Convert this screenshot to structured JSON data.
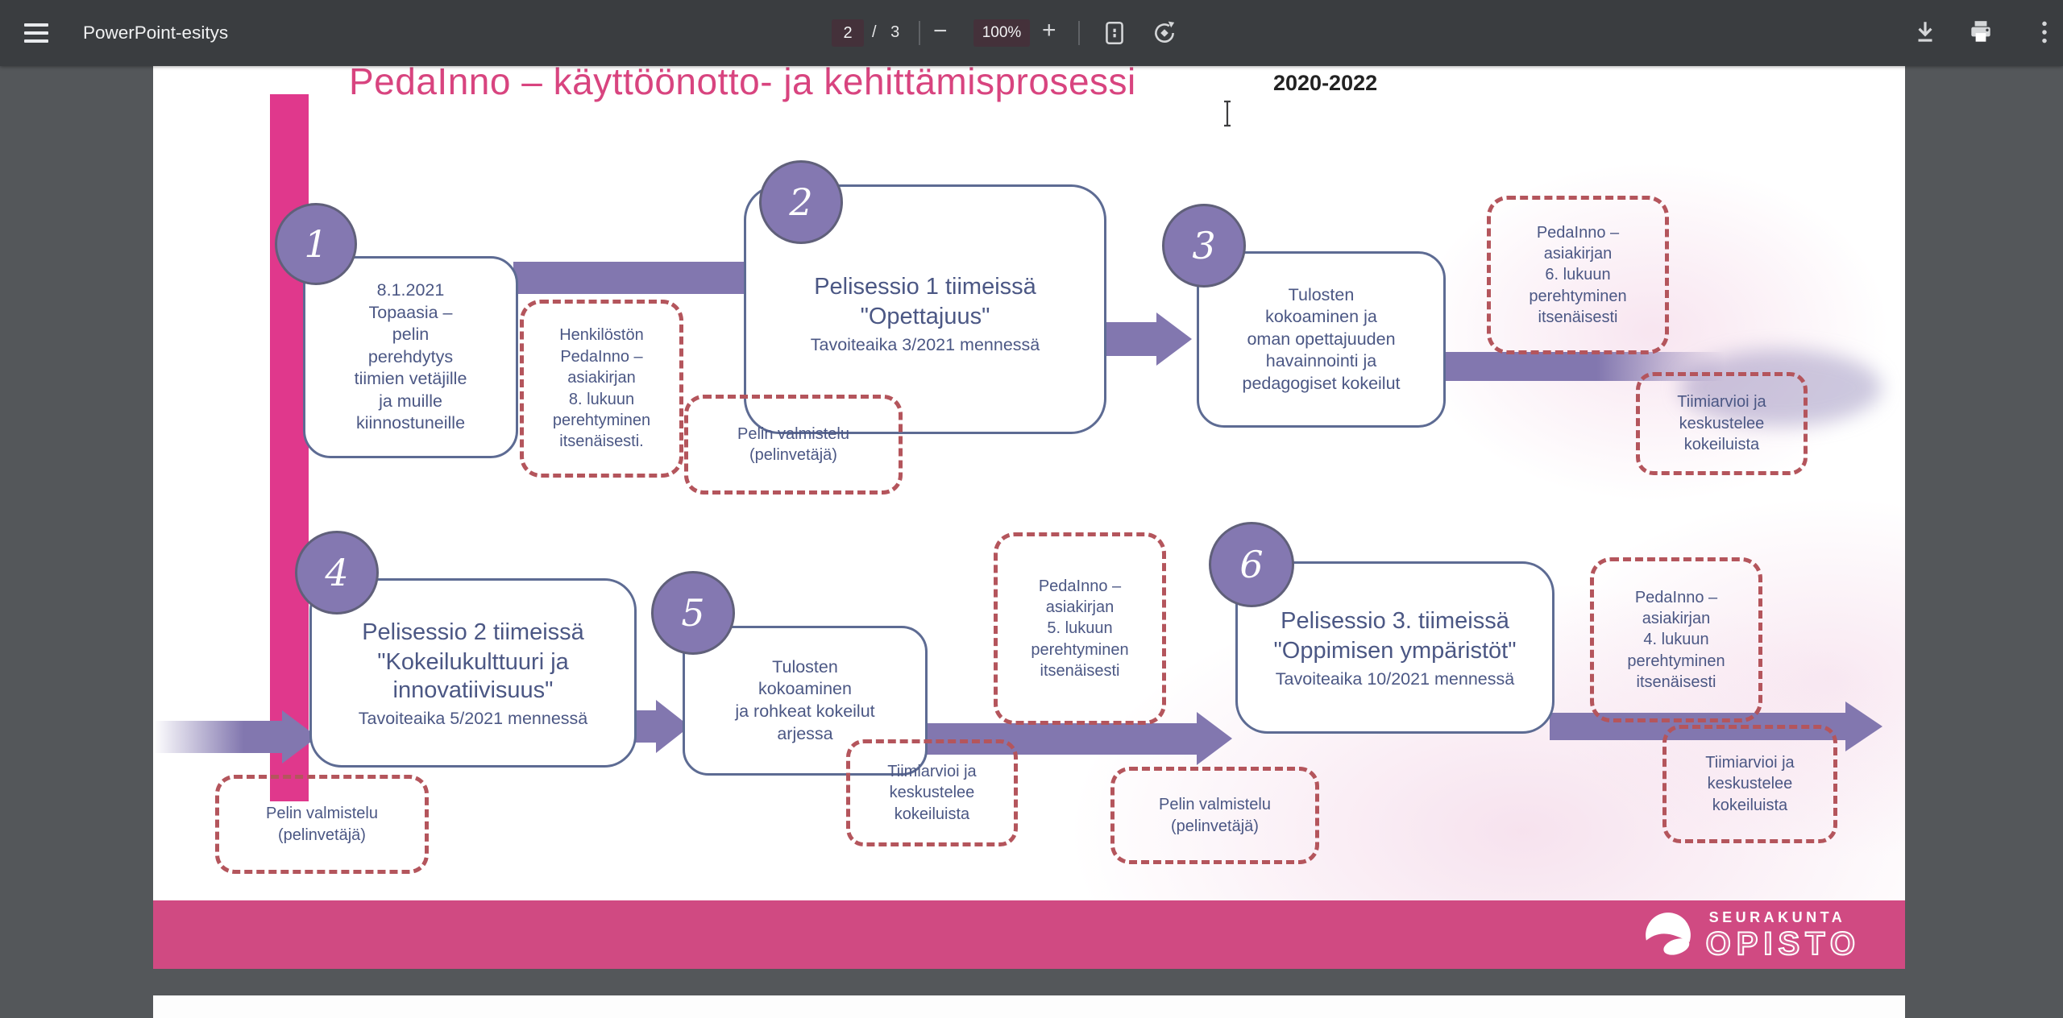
{
  "toolbar": {
    "document_title": "PowerPoint-esitys",
    "page_current": "2",
    "page_suffix": "/ 3",
    "zoom_out": "−",
    "zoom_level": "100%",
    "zoom_in": "+"
  },
  "icons": {
    "menu": "hamburger",
    "fit_page": "fit-to-page rectangle",
    "rotate": "rotate counterclockwise",
    "download": "down-arrow with tray",
    "print": "printer",
    "more": "⋮",
    "text_cursor": "I-beam"
  },
  "slide": {
    "title": "PedaInno – käyttöönotto- ja kehittämisprosessi",
    "years": "2020-2022",
    "steps": [
      {
        "num": "1",
        "text": "8.1.2021\nTopaasia –\npelin\nperehdytys\ntiimien vetäjille\nja muille\nkiinnostuneille"
      },
      {
        "num": "2",
        "title": "Pelisessio 1 tiimeissä",
        "subtitle": "\"Opettajuus\"",
        "deadline": "Tavoiteaika 3/2021 mennessä"
      },
      {
        "num": "3",
        "text": "Tulosten\nkokoaminen ja\noman opettajuuden\nhavainnointi ja\npedagogiset kokeilut"
      },
      {
        "num": "4",
        "title": "Pelisessio 2 tiimeissä",
        "subtitle": "\"Kokeilukulttuuri ja\ninnovatiivisuus\"",
        "deadline": "Tavoiteaika 5/2021 mennessä"
      },
      {
        "num": "5",
        "text": "Tulosten\nkokoaminen\nja rohkeat kokeilut\narjessa"
      },
      {
        "num": "6",
        "title": "Pelisessio 3. tiimeissä",
        "subtitle": "\"Oppimisen ympäristöt\"",
        "deadline": "Tavoiteaika 10/2021 mennessä"
      }
    ],
    "notes": {
      "henkilosto": "Henkilöstön\nPedaInno –\nasiakirjan\n8. lukuun\nperehtyminen\nitsenäisesti.",
      "pelin_valmistelu": "Pelin valmistelu\n(pelinvetäjä)",
      "pedainno_6": "PedaInno –\nasiakirjan\n6. lukuun\nperehtyminen\nitsenäisesti",
      "pedainno_5": "PedaInno –\nasiakirjan\n5. lukuun\nperehtyminen\nitsenäisesti",
      "pedainno_4": "PedaInno –\nasiakirjan\n4. lukuun\nperehtyminen\nitsenäisesti",
      "tiimiarvio": "Tiimiarvioi ja\nkeskustelee\nkokeiluista"
    },
    "logo": {
      "top": "SEURAKUNTA",
      "bottom": "OPISTO"
    }
  },
  "colors": {
    "toolbar_bg": "#3a3d40",
    "viewer_bg": "#54575a",
    "accent_pink": "#e0388c",
    "footer_pink": "#d04a82",
    "title_pink": "#d8447f",
    "step_purple": "#8478b1",
    "arrow_purple": "#8277af",
    "box_border_blue": "#5d6b93",
    "dashed_red": "#b4555c",
    "text_blue": "#4b5784"
  }
}
